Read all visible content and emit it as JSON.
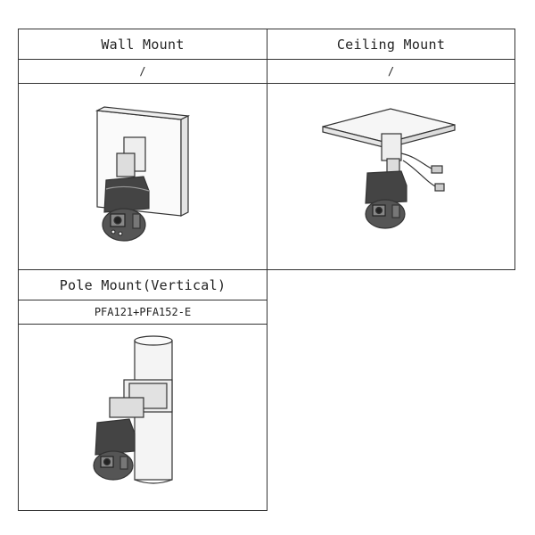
{
  "mounts": [
    {
      "title": "Wall Mount",
      "accessory": "/",
      "illustration": "wall-mount-illustration"
    },
    {
      "title": "Ceiling Mount",
      "accessory": "/",
      "illustration": "ceiling-mount-illustration"
    },
    {
      "title": "Pole Mount(Vertical)",
      "accessory": "PFA121+PFA152-E",
      "illustration": "pole-mount-illustration"
    }
  ]
}
